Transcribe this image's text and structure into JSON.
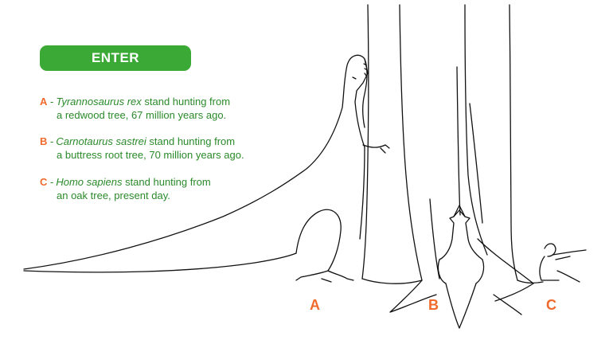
{
  "enter_button": {
    "label": "ENTER"
  },
  "captions": [
    {
      "letter": "A",
      "dash": "-",
      "species": "Tyrannosaurus rex",
      "line1_rest": " stand hunting from",
      "line2": "a redwood tree, 67 million years ago."
    },
    {
      "letter": "B",
      "dash": "-",
      "species": "Carnotaurus sastrei",
      "line1_rest": " stand hunting from",
      "line2": "a buttress root tree, 70 million years ago."
    },
    {
      "letter": "C",
      "dash": "-",
      "species": "Homo sapiens",
      "line1_rest": " stand hunting from",
      "line2": "an oak tree, present day."
    }
  ],
  "figure_labels": {
    "a": "A",
    "b": "B",
    "c": "C"
  },
  "colors": {
    "button_green": "#3aa935",
    "caption_green": "#2a8a2a",
    "letter_orange": "#f06a2c"
  }
}
